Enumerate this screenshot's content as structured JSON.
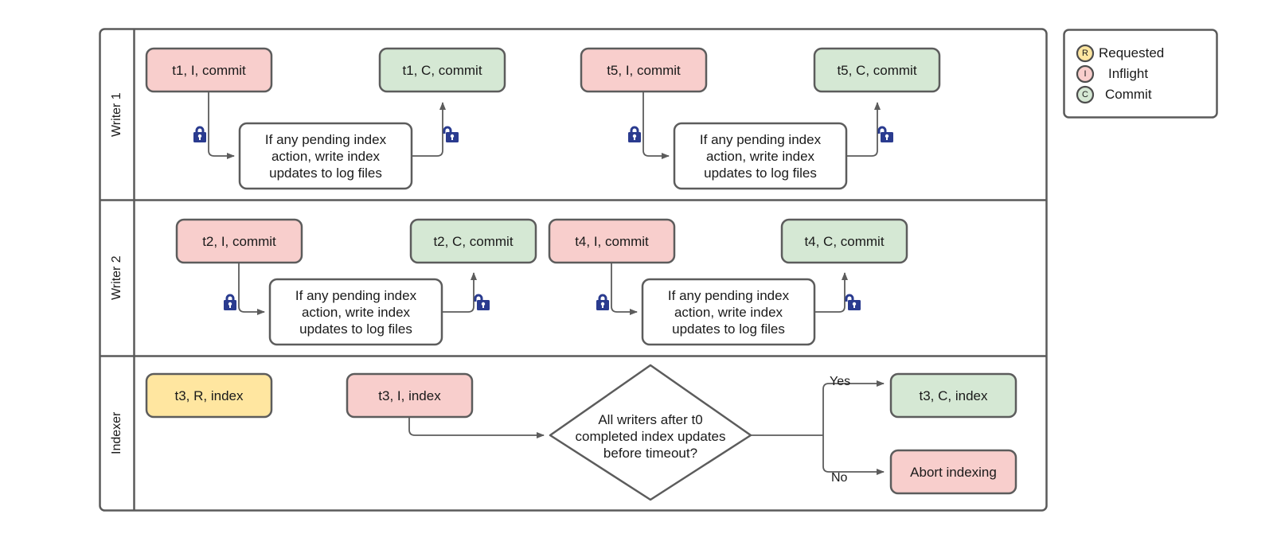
{
  "diagram": {
    "title": "Writer/Indexer lane diagram",
    "colors": {
      "pink_fill": "#f8cecc",
      "green_fill": "#d5e8d4",
      "yellow_fill": "#ffe6a0",
      "white_fill": "#ffffff",
      "stroke": "#5c5c5c",
      "lane_stroke": "#5a5a5a",
      "lock_color": "#2a3b8f",
      "text": "#1a1a1a"
    }
  },
  "lanes": [
    {
      "id": "writer1",
      "label": "Writer 1"
    },
    {
      "id": "writer2",
      "label": "Writer 2"
    },
    {
      "id": "indexer",
      "label": "Indexer"
    }
  ],
  "nodes": {
    "w1_t1_inflight": "t1, I, commit",
    "w1_t1_commit": "t1, C, commit",
    "w1_t5_inflight": "t5, I, commit",
    "w1_t5_commit": "t5, C, commit",
    "w1_index_task_a": "If any pending index\naction, write index\nupdates to log files",
    "w1_index_task_b": "If any pending index\naction, write index\nupdates to log files",
    "w2_t2_inflight": "t2, I, commit",
    "w2_t2_commit": "t2, C, commit",
    "w2_t4_inflight": "t4, I, commit",
    "w2_t4_commit": "t4, C, commit",
    "w2_index_task_a": "If any pending index\naction, write index\nupdates to log files",
    "w2_index_task_b": "If any pending index\naction, write index\nupdates to log files",
    "ix_t3_requested": "t3, R, index",
    "ix_t3_inflight": "t3, I, index",
    "ix_decision": "All writers after t0\ncompleted index updates\nbefore timeout?",
    "ix_t3_commit": "t3, C, index",
    "ix_abort": "Abort indexing"
  },
  "edge_labels": {
    "yes": "Yes",
    "no": "No"
  },
  "locks": {
    "acquire": "lock-closed-icon",
    "release": "lock-open-icon"
  },
  "legend": {
    "items": [
      {
        "letter": "R",
        "label": "Requested",
        "color": "#ffe6a0"
      },
      {
        "letter": "I",
        "label": "Inflight",
        "color": "#f8cecc"
      },
      {
        "letter": "C",
        "label": "Commit",
        "color": "#d5e8d4"
      }
    ]
  }
}
